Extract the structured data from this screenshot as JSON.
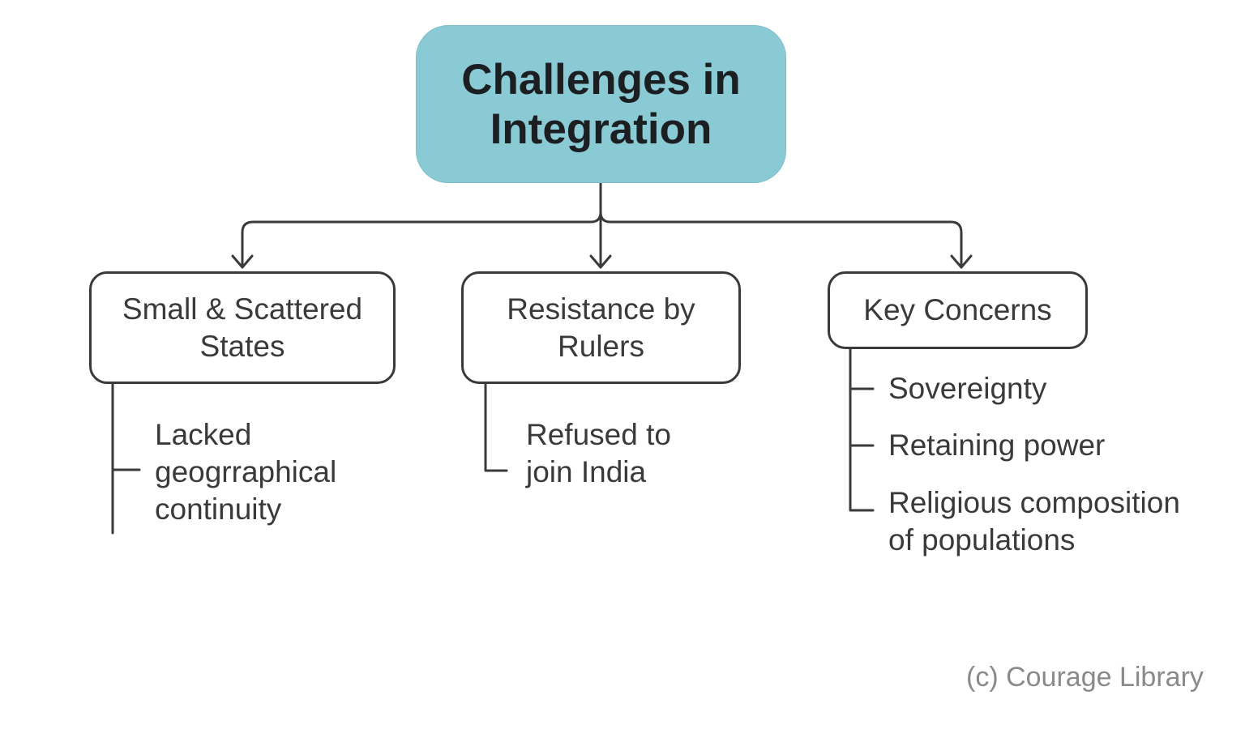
{
  "diagram": {
    "root": {
      "title": "Challenges in Integration",
      "fill_color": "#89cad5"
    },
    "branches": [
      {
        "title": "Small & Scattered States",
        "items": [
          "Lacked geogrraphical continuity"
        ]
      },
      {
        "title": "Resistance by Rulers",
        "items": [
          "Refused to join India"
        ]
      },
      {
        "title": "Key Concerns",
        "items": [
          "Sovereignty",
          "Retaining power",
          "Religious composition of populations"
        ]
      }
    ]
  },
  "footer": {
    "credit": "(c) Courage Library"
  },
  "colors": {
    "line": "#3a3a3a",
    "text": "#333333",
    "footer": "#8a8a8a"
  }
}
